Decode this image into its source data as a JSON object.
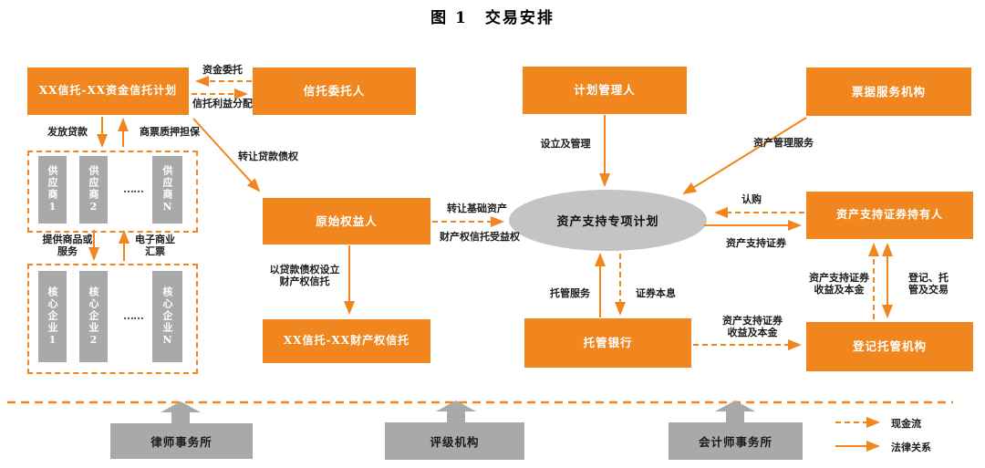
{
  "title": "图 1　交易安排",
  "colors": {
    "accent_orange": "#F0861D",
    "gray_box": "#A9A9A9",
    "ellipse_gray": "#C4C4C4"
  },
  "nodes": {
    "fund_trust_plan": {
      "label": "XX信托-XX资金信托计划"
    },
    "trust_principal": {
      "label": "信托委托人"
    },
    "plan_manager": {
      "label": "计划管理人"
    },
    "bill_service_org": {
      "label": "票据服务机构"
    },
    "original_equity_holder": {
      "label": "原始权益人"
    },
    "abs_special_plan": {
      "label": "资产支持专项计划"
    },
    "abs_holders": {
      "label": "资产支持证券持有人"
    },
    "property_trust": {
      "label": "XX信托-XX财产权信托"
    },
    "custodian_bank": {
      "label": "托管银行"
    },
    "registry_custody_org": {
      "label": "登记托管机构"
    },
    "law_firm": {
      "label": "律师事务所"
    },
    "rating_agency": {
      "label": "评级机构"
    },
    "accounting_firm": {
      "label": "会计师事务所"
    }
  },
  "suppliers": {
    "items": [
      "供应商1",
      "供应商2",
      "供应商N"
    ],
    "ellipsis": "……"
  },
  "core_enterprises": {
    "items": [
      "核心企业1",
      "核心企业2",
      "核心企业N"
    ],
    "ellipsis": "……"
  },
  "edge_labels": {
    "fund_entrust": "资金委托",
    "trust_benefit_distribution": "信托利益分配",
    "issue_loans": "发放贷款",
    "bill_pledge_guarantee": "商票质押担保",
    "transfer_loan_claims": "转让贷款债权",
    "provide_goods_or_services": "提供商品或服务",
    "e_commercial_bill": "电子商业汇票",
    "setup_property_trust_with_loans": "以贷款债权设立财产权信托",
    "transfer_underlying_assets": "转让基础资产",
    "property_trust_benefit_right": "财产权信托受益权",
    "setup_and_manage": "设立及管理",
    "asset_management_service": "资产管理服务",
    "subscription": "认购",
    "abs_securities": "资产支持证券",
    "custody_service": "托管服务",
    "securities_principal_interest": "证券本息",
    "abs_income_and_principal": "资产支持证券收益及本金",
    "registration_custody_trading": "登记、托管及交易"
  },
  "legend": {
    "cash_flow": "现金流",
    "legal_relation": "法律关系"
  }
}
